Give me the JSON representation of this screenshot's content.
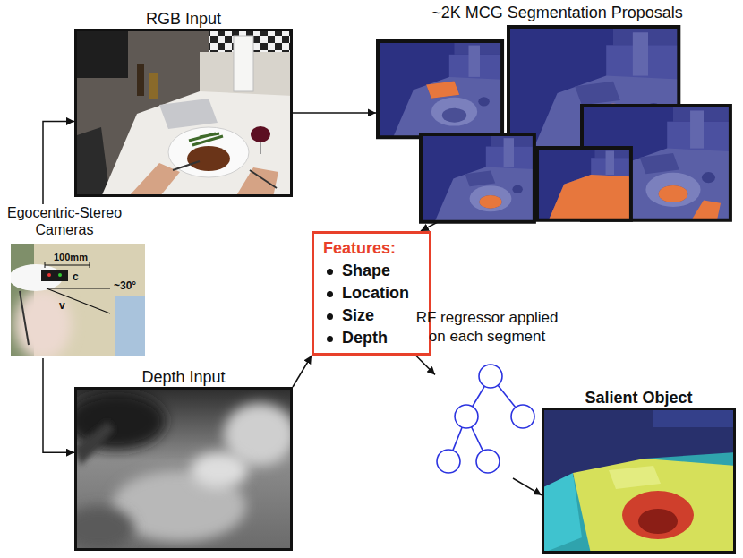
{
  "diagram": {
    "nodes": [
      {
        "text": [
          "RGB Input"
        ]
      },
      {
        "text": [
          "~2K MCG Segmentation Proposals"
        ]
      },
      {
        "text": [
          "Egocentric-Stereo Cameras"
        ]
      },
      {
        "text": [
          "Depth Input"
        ]
      },
      {
        "text": [
          "Features:",
          "Shape",
          "Location",
          "Size",
          "Depth"
        ]
      },
      {
        "text": [
          "RF regressor applied on each segment"
        ]
      },
      {
        "text": [
          "Salient Object"
        ]
      }
    ],
    "edges": [
      {
        "from": 2,
        "to": 0,
        "arrow": "to"
      },
      {
        "from": 2,
        "to": 3,
        "arrow": "to"
      },
      {
        "from": 0,
        "to": 1,
        "arrow": "to"
      },
      {
        "from": 1,
        "to": 4,
        "arrow": "to"
      },
      {
        "from": 3,
        "to": 4,
        "arrow": "to"
      },
      {
        "from": 4,
        "to": 5,
        "arrow": "to"
      },
      {
        "from": 5,
        "to": 6,
        "arrow": "to"
      }
    ],
    "labels": [
      "100mm",
      "c",
      "v",
      "~30°"
    ]
  }
}
